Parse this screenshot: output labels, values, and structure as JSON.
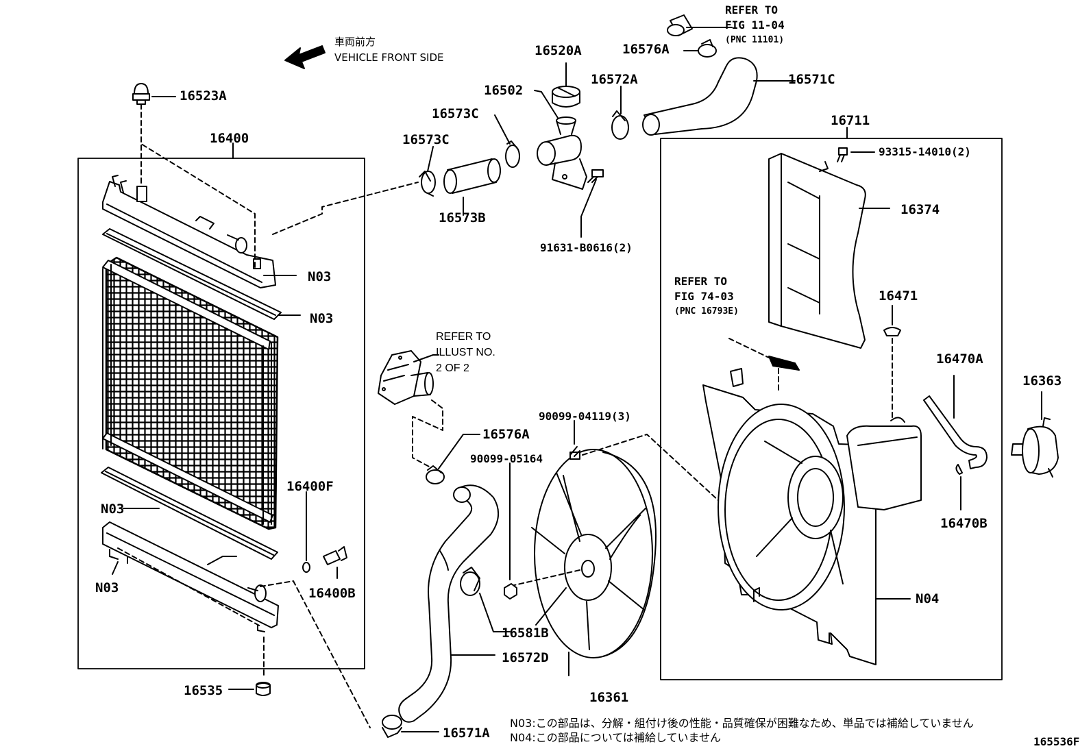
{
  "direction": {
    "jp": "車両前方",
    "en": "VEHICLE FRONT SIDE"
  },
  "labels": {
    "p16523A": "16523A",
    "p16400": "16400",
    "n03_a": "N03",
    "n03_b": "N03",
    "n03_c": "N03",
    "n03_d": "N03",
    "p16400F": "16400F",
    "p16400B": "16400B",
    "p16535": "16535",
    "p16573C_a": "16573C",
    "p16573C_b": "16573C",
    "p16573B": "16573B",
    "p16502": "16502",
    "p16520A": "16520A",
    "p16572A": "16572A",
    "p16576A_a": "16576A",
    "p16571C": "16571C",
    "p91631": "91631-B0616(2)",
    "p16576A_b": "16576A",
    "p90099_04119": "90099-04119(3)",
    "p90099_05164": "90099-05164",
    "p16581B": "16581B",
    "p16572D": "16572D",
    "p16571A": "16571A",
    "p16361": "16361",
    "p16711": "16711",
    "p93315": "93315-14010(2)",
    "p16374": "16374",
    "p16471": "16471",
    "p16470A": "16470A",
    "p16470B": "16470B",
    "p16363": "16363",
    "n04": "N04"
  },
  "refer_fig11": {
    "line1": "REFER TO",
    "line2": "FIG 11-04",
    "line3": "(PNC 11101)"
  },
  "refer_fig74": {
    "line1": "REFER TO",
    "line2": "FIG 74-03",
    "line3": "(PNC 16793E)"
  },
  "refer_illust": {
    "line1": "REFER TO",
    "line2": "ILLUST NO.",
    "line3": "2 OF 2"
  },
  "notes": {
    "n03": "N03:この部品は、分解・組付け後の性能・品質確保が困難なため、単品では補給していません",
    "n04": "N04:この部品については補給していません"
  },
  "figure_id": "165536F",
  "colors": {
    "line": "#000000",
    "background": "#ffffff"
  }
}
